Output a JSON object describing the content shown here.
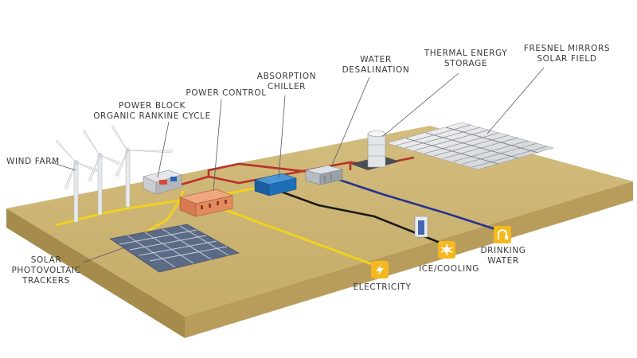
{
  "labels": {
    "wind_farm": "WIND FARM",
    "power_block": [
      "POWER BLOCK",
      "ORGANIC RANKINE CYCLE"
    ],
    "power_control": "POWER CONTROL",
    "absorption_chiller": [
      "ABSORPTION",
      "CHILLER"
    ],
    "water_desalination": [
      "WATER",
      "DESALINATION"
    ],
    "thermal_energy_storage": [
      "THERMAL ENERGY",
      "STORAGE"
    ],
    "fresnel_mirrors": [
      "FRESNEL MIRRORS",
      "SOLAR FIELD"
    ],
    "solar_pv": [
      "SOLAR",
      "PHOTOVOLTAIC",
      "TRACKERS"
    ],
    "electricity": "ELECTRICITY",
    "ice_cooling": "ICE/COOLING",
    "drinking_water": [
      "DRINKING",
      "WATER"
    ]
  },
  "icons": {
    "electricity": "lightning-icon",
    "ice_cooling": "snowflake-icon",
    "drinking_water": "faucet-icon"
  },
  "colors": {
    "ground_top": "#c9b272",
    "ground_side": "#a58b4c",
    "electric_line": "#f2d21b",
    "heat_line": "#b8322a",
    "cooling_line": "#1a1a1a",
    "water_line": "#27318f",
    "badge": "#f5b81e",
    "chiller": "#1f6fb8",
    "power_control": "#e28a5c"
  }
}
